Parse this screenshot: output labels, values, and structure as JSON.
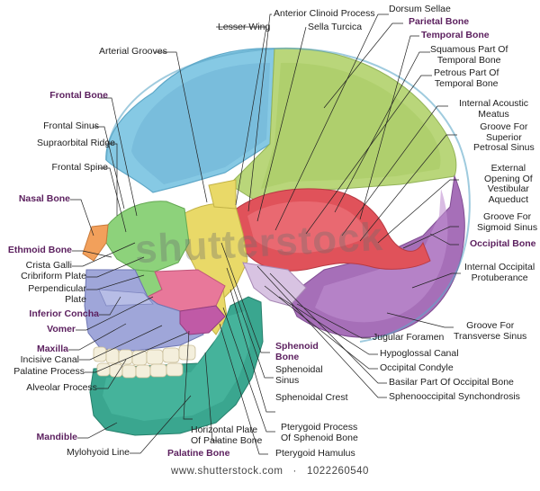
{
  "watermark": "shutterstock",
  "footer": {
    "url": "www.shutterstock.com",
    "id": "1022260540"
  },
  "colors": {
    "label_bold": "#5b1f5e",
    "label_regular": "#1e1e1e",
    "frontal": "#86c9e4",
    "parietal": "#b9d67a",
    "temporal": "#e0525a",
    "occipital": "#a66fb8",
    "sphenoid": "#e9d968",
    "ethmoid": "#8dd27b",
    "maxilla": "#9fa6d9",
    "mandible": "#3aa68f",
    "palatine": "#c05aa6",
    "nasal": "#f2a05b",
    "teeth": "#f4efdc"
  },
  "labels": {
    "frontal_bone": "Frontal Bone",
    "frontal_sinus": "Frontal Sinus",
    "supraorbital_ridge": "Supraorbital Ridge",
    "frontal_spine": "Frontal Spine",
    "nasal_bone": "Nasal Bone",
    "ethmoid_bone": "Ethmoid Bone",
    "crista_galli": "Crista Galli",
    "cribriform_plate": "Cribriform Plate",
    "perpendicular_plate_1": "Perpendicular",
    "perpendicular_plate_2": "Plate",
    "inferior_concha": "Inferior Concha",
    "vomer": "Vomer",
    "maxilla": "Maxilla",
    "incisive_canal": "Incisive Canal",
    "palatine_process": "Palatine Process",
    "alveolar_process": "Alveolar Process",
    "mandible": "Mandible",
    "mylohyoid_line": "Mylohyoid Line",
    "palatine_bone": "Palatine Bone",
    "horizontal_plate_1": "Horizontal Plate",
    "horizontal_plate_2": "Of Palatine Bone",
    "pterygoid_hamulus": "Pterygoid Hamulus",
    "pterygoid_process_1": "Pterygoid Process",
    "pterygoid_process_2": "Of Sphenoid Bone",
    "sphenoidal_crest": "Sphenoidal Crest",
    "sphenoidal_sinus_1": "Sphenoidal",
    "sphenoidal_sinus_2": "Sinus",
    "sphenoid_bone_1": "Sphenoid",
    "sphenoid_bone_2": "Bone",
    "arterial_grooves": "Arterial Grooves",
    "lesser_wing": "Lesser Wing",
    "anterior_clinoid_process": "Anterior Clinoid Process",
    "sella_turcica": "Sella Turcica",
    "dorsum_sellae": "Dorsum Sellae",
    "parietal_bone": "Parietal Bone",
    "temporal_bone": "Temporal Bone",
    "squamous_part_1": "Squamous Part Of",
    "squamous_part_2": "Temporal Bone",
    "petrous_part_1": "Petrous Part Of",
    "petrous_part_2": "Temporal Bone",
    "internal_acoustic_1": "Internal Acoustic",
    "internal_acoustic_2": "Meatus",
    "groove_superior_1": "Groove For",
    "groove_superior_2": "Superior",
    "groove_superior_3": "Petrosal Sinus",
    "external_opening_1": "External",
    "external_opening_2": "Opening Of",
    "external_opening_3": "Vestibular",
    "external_opening_4": "Aqueduct",
    "groove_sigmoid_1": "Groove For",
    "groove_sigmoid_2": "Sigmoid Sinus",
    "occipital_bone": "Occipital Bone",
    "internal_occipital_1": "Internal Occipital",
    "internal_occipital_2": "Protuberance",
    "groove_transverse_1": "Groove For",
    "groove_transverse_2": "Transverse Sinus",
    "jugular_foramen": "Jugular Foramen",
    "hypoglossal_canal": "Hypoglossal Canal",
    "occipital_condyle": "Occipital Condyle",
    "basilar_part": "Basilar Part Of Occipital Bone",
    "spheno_occipital": "Sphenooccipital Synchondrosis"
  }
}
